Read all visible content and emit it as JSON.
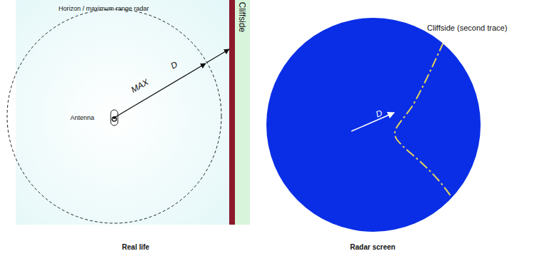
{
  "diagram": {
    "nodes": [
      {
        "text": [
          "Cliffside"
        ]
      }
    ],
    "labels": [
      "Horizon / maximum range radar",
      "Antenna",
      "MAX",
      "D",
      "D",
      "Cliffside (second trace)",
      "Real life",
      "Radar screen"
    ]
  }
}
